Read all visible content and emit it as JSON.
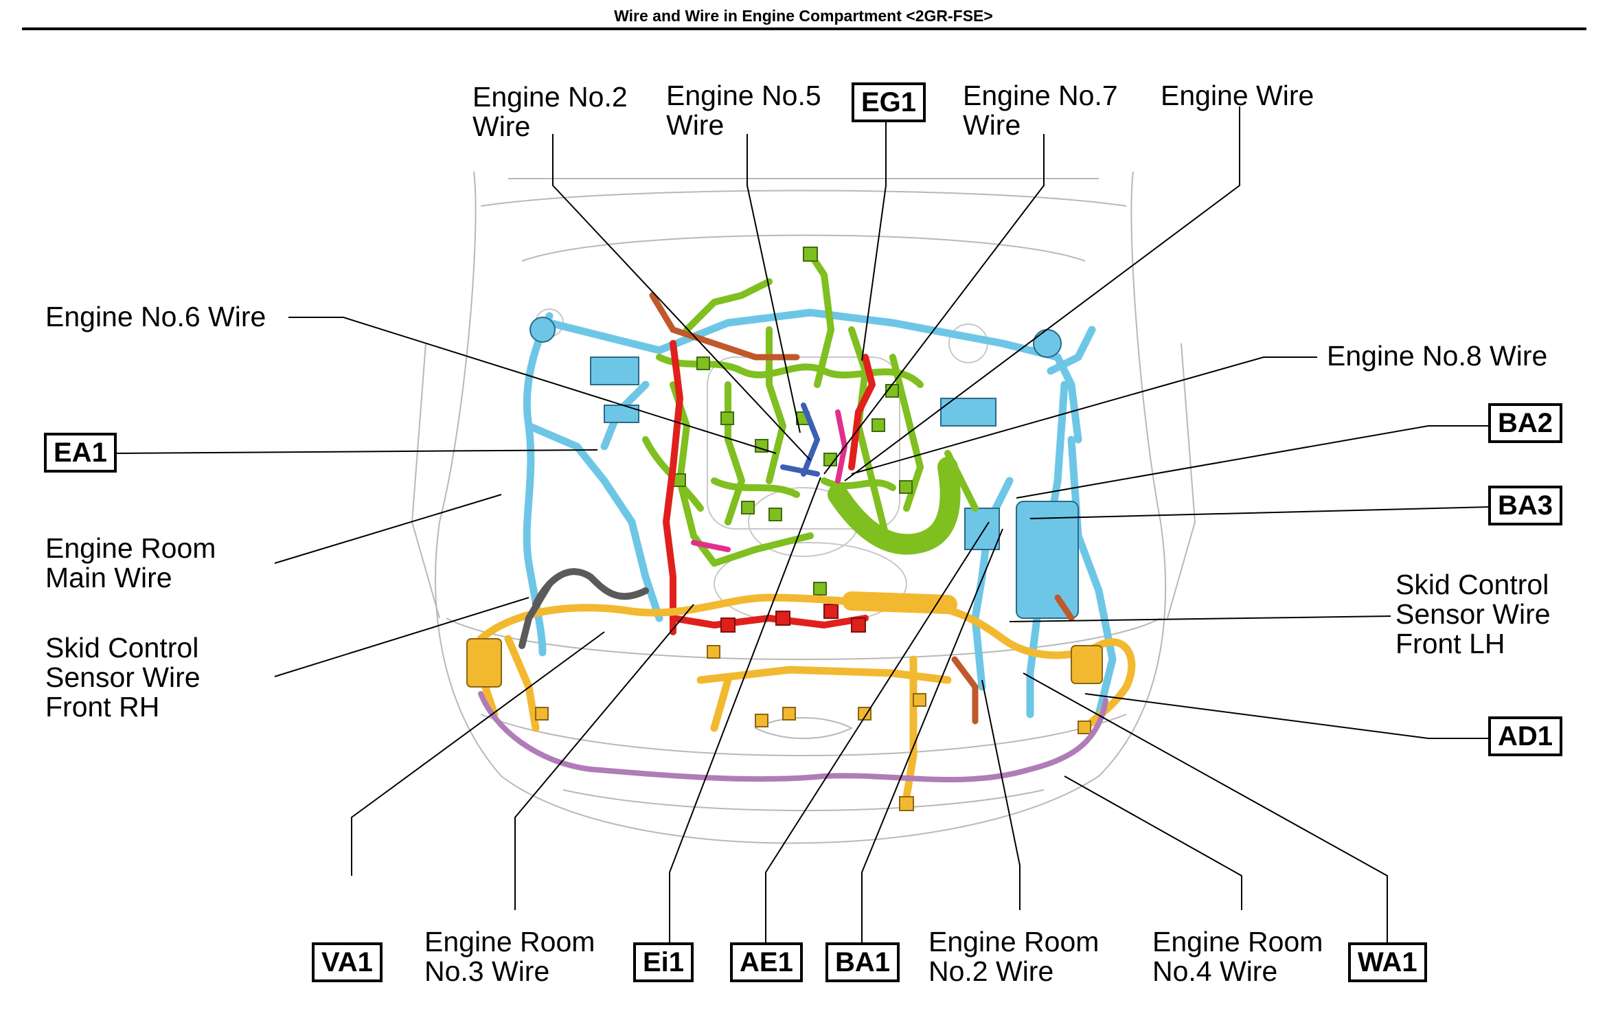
{
  "title": "Wire and Wire in Engine Compartment <2GR-FSE>",
  "colors": {
    "engine_wires": "#7fbf1f",
    "engine_room_main": "#6ec6e6",
    "engine_room_no3": "#f2b930",
    "no2_wire_red": "#e0201c",
    "brown_wire": "#c0582a",
    "skid_sensor_rh": "#5a5a5a",
    "no2_wire_purple": "#b07cb8",
    "blue_wire": "#3c5fb4",
    "pink_wire": "#e0308c"
  },
  "wire_labels": {
    "engine_no2": "Engine No.2\nWire",
    "engine_no5": "Engine No.5\nWire",
    "engine_no7": "Engine No.7\nWire",
    "engine_wire": "Engine Wire",
    "engine_no6": "Engine No.6 Wire",
    "engine_no8": "Engine No.8 Wire",
    "engine_room_main": "Engine Room\nMain Wire",
    "skid_rh": "Skid Control\nSensor Wire\nFront RH",
    "skid_lh": "Skid Control\nSensor Wire\nFront LH",
    "engine_room_no3": "Engine Room\nNo.3 Wire",
    "engine_room_no2": "Engine Room\nNo.2 Wire",
    "engine_room_no4": "Engine Room\nNo.4 Wire"
  },
  "connector_codes": {
    "eg1": "EG1",
    "ea1": "EA1",
    "ba2": "BA2",
    "ba3": "BA3",
    "ad1": "AD1",
    "va1": "VA1",
    "ei1": "Ei1",
    "ae1": "AE1",
    "ba1": "BA1",
    "wa1": "WA1"
  }
}
